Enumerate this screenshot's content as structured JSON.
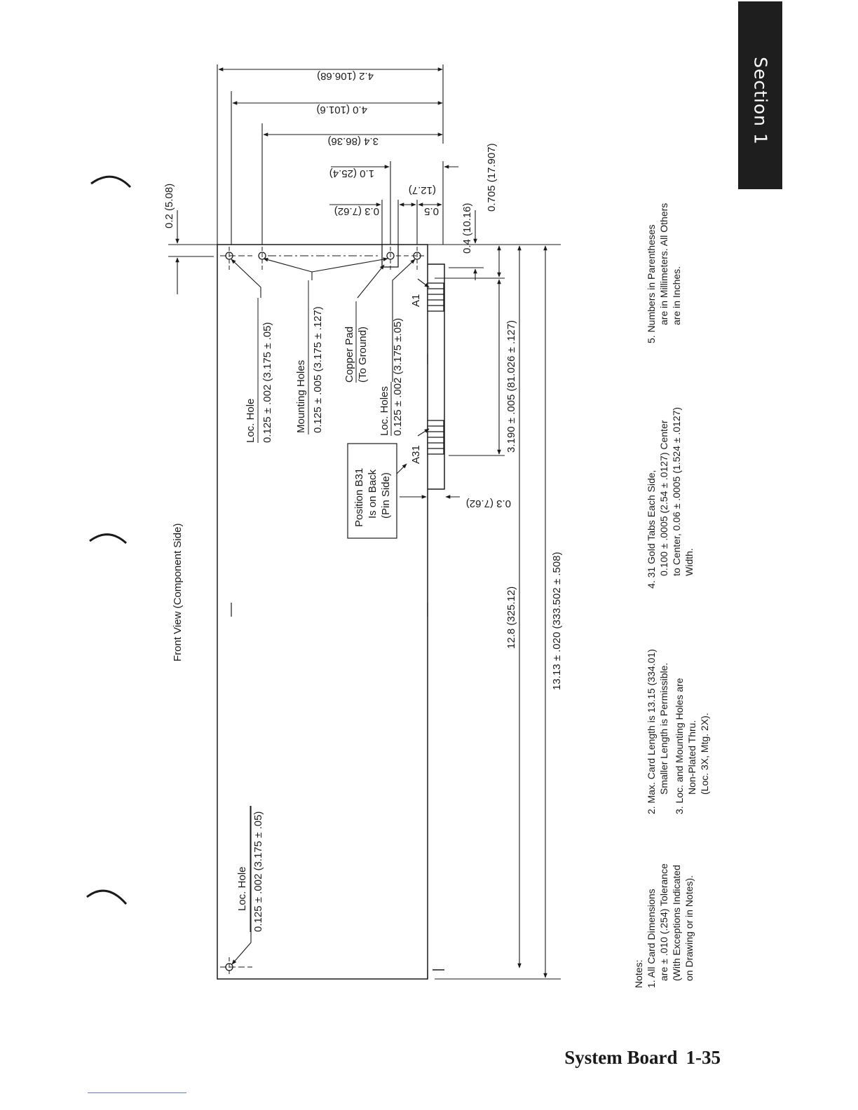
{
  "section_tab": {
    "label": "Section 1"
  },
  "footer": {
    "title": "System Board",
    "page": "1-35"
  },
  "diagram": {
    "view_title": "Front View (Component Side)",
    "loc_hole_left": {
      "title": "Loc. Hole",
      "spec": "0.125 ± .002 (3.175 ± .05)"
    },
    "loc_hole_right": {
      "title": "Loc. Hole",
      "spec": "0.125 ± .002 (3.175 ± .05)"
    },
    "mounting_holes": {
      "title": "Mounting Holes",
      "spec": "0.125 ± .005 (3.175 ± .127)"
    },
    "copper_pad": {
      "line1": "Copper Pad",
      "line2": "(To Ground)"
    },
    "loc_holes": {
      "title": "Loc. Holes",
      "spec": "0.125 ± .002 (3.175 ±.05)"
    },
    "position_box": {
      "line1": "Position B31",
      "line2": "Is on Back",
      "line3": "(Pin Side)"
    },
    "pin_a1": "A1",
    "pin_a31": "A31",
    "dims": {
      "d_0_2": "0.2 (5.08)",
      "d_4_2": "4.2 (106.68)",
      "d_4_0": "4.0 (101.6)",
      "d_3_4": "3.4 (86.36)",
      "d_1_0": "1.0 (25.4)",
      "d_0_3_top": "0.3 (7.62)",
      "d_12_7": "(12.7)",
      "d_0_5": "0.5",
      "d_0_4": "0.4 (10.16)",
      "d_0_705": "0.705 (17.907)",
      "d_3_190": "3.190 ± .005 (81.026 ± .127)",
      "d_0_3_bottom": "0.3 (7.62)",
      "d_12_8": "12.8 (325.12)",
      "d_13_13": "13.13 ± .020 (333.502 ± .508)"
    }
  },
  "notes": {
    "heading": "Notes:",
    "n1": [
      "1.  All Card Dimensions",
      "are ± .010 (.254) Tolerance",
      "(With Exceptions Indicated",
      "on Drawing or in Notes)."
    ],
    "n2": [
      "2.  Max. Card Length is 13.15 (334.01)",
      "Smaller Length is Permissible."
    ],
    "n3": [
      "3.  Loc. and Mounting Holes are",
      "Non-Plated Thru.",
      "(Loc. 3X, Mtg. 2X)."
    ],
    "n4": [
      "4.  31 Gold Tabs Each Side,",
      "0.100 ± .0005 (2.54 ± .0127) Center",
      "to Center, 0.06 ± .0005 (1.524 ± .0127)",
      "Width."
    ],
    "n5": [
      "5.  Numbers in Parentheses",
      "are in Millimeters. All Others",
      "are in Inches."
    ]
  }
}
